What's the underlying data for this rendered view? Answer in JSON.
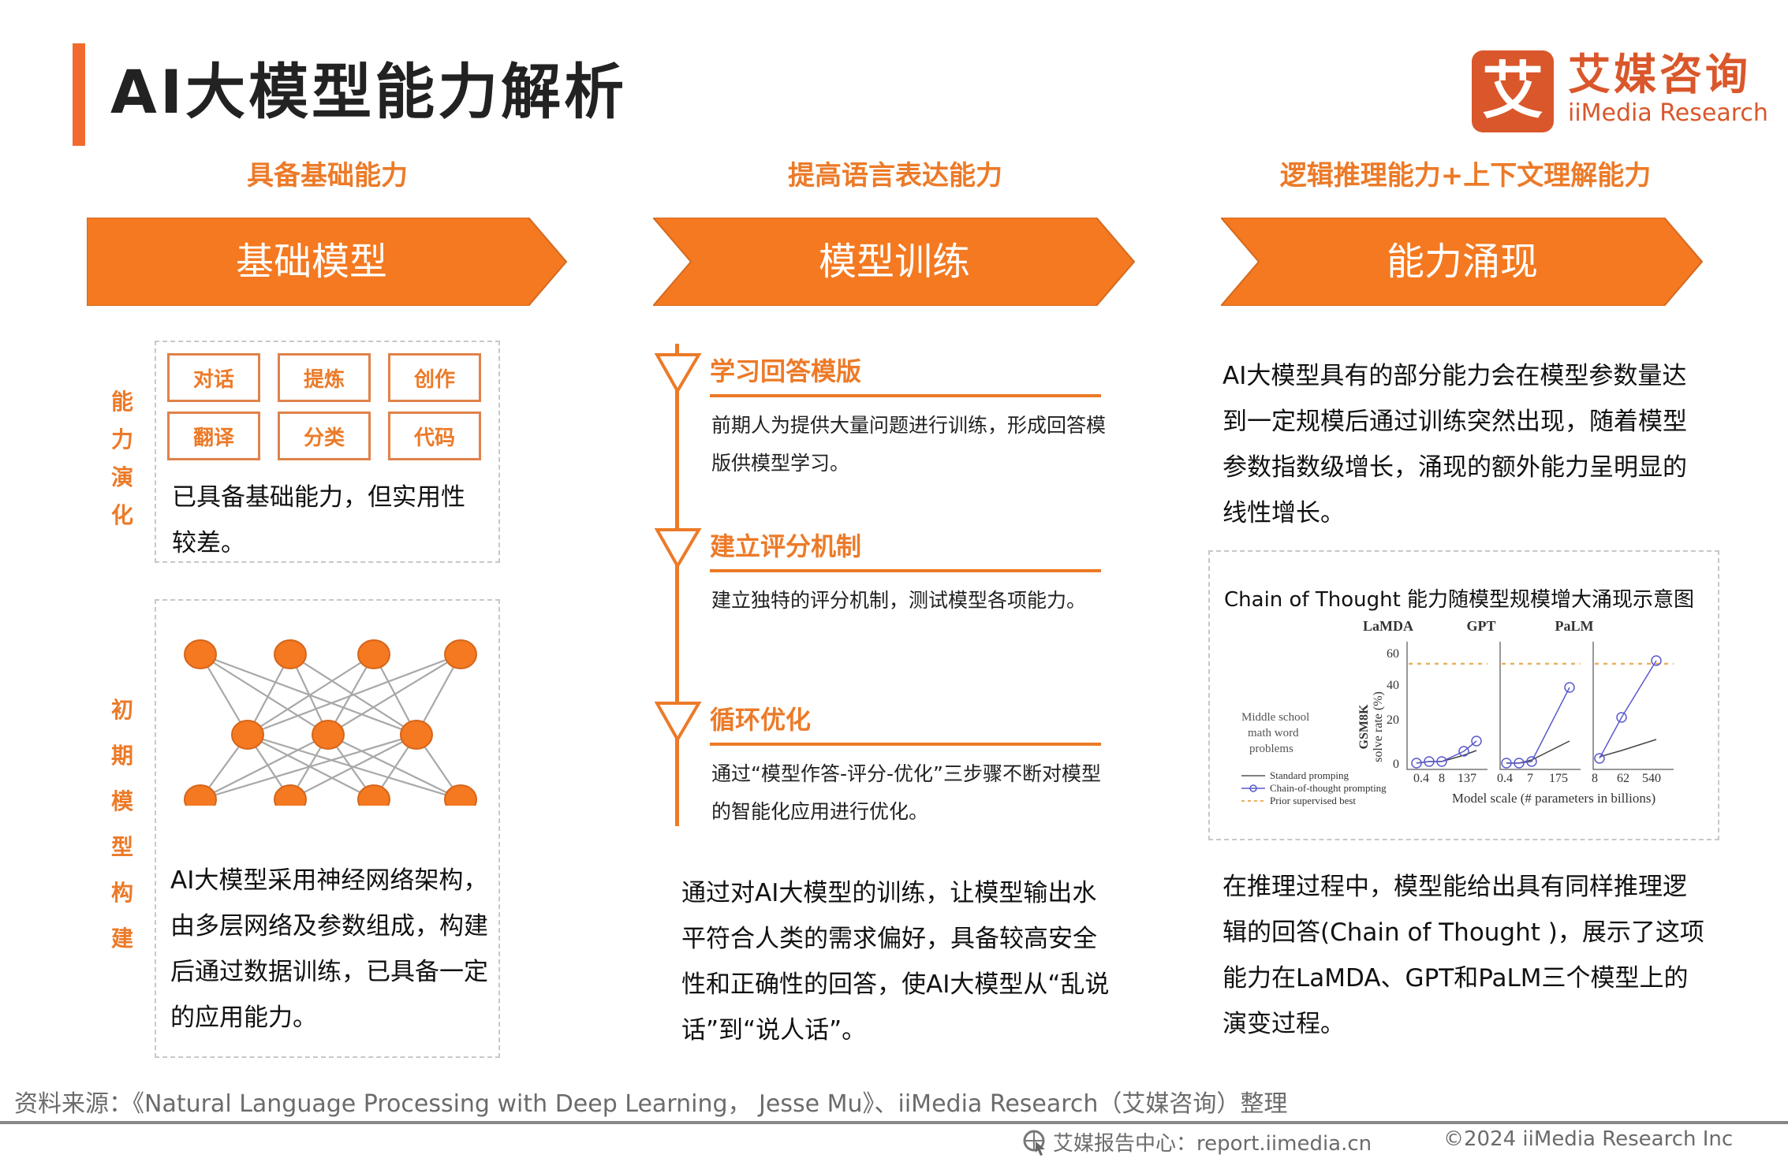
{
  "header": {
    "title": "AI大模型能力解析",
    "logo": {
      "mark": "艾",
      "name_cn": "艾媒咨询",
      "name_en": "iiMedia Research"
    }
  },
  "columns": [
    {
      "heading": "具备基础能力",
      "arrow_label": "基础模型"
    },
    {
      "heading": "提高语言表达能力",
      "arrow_label": "模型训练"
    },
    {
      "heading": "逻辑推理能力+上下文理解能力",
      "arrow_label": "能力涌现"
    }
  ],
  "left_panel": {
    "ability_label": [
      "能",
      "力",
      "演",
      "化"
    ],
    "skills": [
      "对话",
      "提炼",
      "创作",
      "翻译",
      "分类",
      "代码"
    ],
    "ability_text": "已具备基础能力，但实用性较差。",
    "initial_label": [
      "初",
      "期",
      "模",
      "型",
      "构",
      "建"
    ],
    "network_layers": [
      4,
      3,
      4
    ],
    "initial_text": "AI大模型采用神经网络架构，由多层网络及参数组成，构建后通过数据训练，已具备一定的应用能力。"
  },
  "middle_panel": {
    "steps": [
      {
        "title": "学习回答模版",
        "desc": "前期人为提供大量问题进行训练，形成回答模版供模型学习。"
      },
      {
        "title": "建立评分机制",
        "desc": "建立独特的评分机制，测试模型各项能力。"
      },
      {
        "title": "循环优化",
        "desc": "通过“模型作答-评分-优化”三步骤不断对模型的智能化应用进行优化。"
      }
    ],
    "summary": "通过对AI大模型的训练，让模型输出水平符合人类的需求偏好，具备较高安全性和正确性的回答，使AI大模型从“乱说话”到“说人话”。"
  },
  "right_panel": {
    "intro": "AI大模型具有的部分能力会在模型参数量达到一定规模后通过训练突然出现，随着模型参数指数级增长，涌现的额外能力呈明显的线性增长。",
    "chart_title": "Chain of Thought 能力随模型规模增大涌现示意图",
    "summary": "在推理过程中，模型能给出具有同样推理逻辑的回答(Chain of Thought )，展示了这项能力在LaMDA、GPT和PaLM三个模型上的演变过程。"
  },
  "chart_data": {
    "type": "line",
    "title": "Chain of Thought 能力随模型规模增大涌现示意图",
    "task_label": "Middle school math word problems",
    "ylabel": "GSM8K solve rate (%)",
    "xlabel": "Model scale (# parameters in billions)",
    "ylim": [
      0,
      60
    ],
    "yticks": [
      0,
      20,
      40,
      60
    ],
    "prior_supervised_best": 55,
    "legend": [
      "Standard promping",
      "Chain-of-thought prompting",
      "Prior supervised best"
    ],
    "panels": [
      {
        "name": "LaMDA",
        "xticks": [
          "0.4",
          "8",
          "137"
        ],
        "x": [
          0.4,
          2,
          8,
          68,
          137
        ],
        "series": [
          {
            "name": "Standard promping",
            "values": [
              1,
              2,
              2,
              5,
              7
            ]
          },
          {
            "name": "Chain-of-thought prompting",
            "values": [
              1,
              2,
              2,
              7,
              14
            ]
          }
        ]
      },
      {
        "name": "GPT",
        "xticks": [
          "0.4",
          "7",
          "175"
        ],
        "x": [
          0.4,
          1.3,
          7,
          175
        ],
        "series": [
          {
            "name": "Standard promping",
            "values": [
              1,
              1,
              4,
              16
            ]
          },
          {
            "name": "Chain-of-thought prompting",
            "values": [
              1,
              1,
              3,
              47
            ]
          }
        ]
      },
      {
        "name": "PaLM",
        "xticks": [
          "8",
          "62",
          "540"
        ],
        "x": [
          8,
          62,
          540
        ],
        "series": [
          {
            "name": "Standard promping",
            "values": [
              5,
              10,
              18
            ]
          },
          {
            "name": "Chain-of-thought prompting",
            "values": [
              4,
              30,
              57
            ]
          }
        ]
      }
    ]
  },
  "footer": {
    "source": "资料来源：《Natural Language Processing with Deep Learning， Jesse Mu》、iiMedia Research（艾媒咨询）整理",
    "report_center": "艾媒报告中心：report.iimedia.cn",
    "copyright": "©2024  iiMedia Research  Inc"
  },
  "colors": {
    "accent": "#ec7a28",
    "arrow_fill": "#f47920",
    "title_bar": "#f26a2e",
    "logo": "#d9572b"
  }
}
